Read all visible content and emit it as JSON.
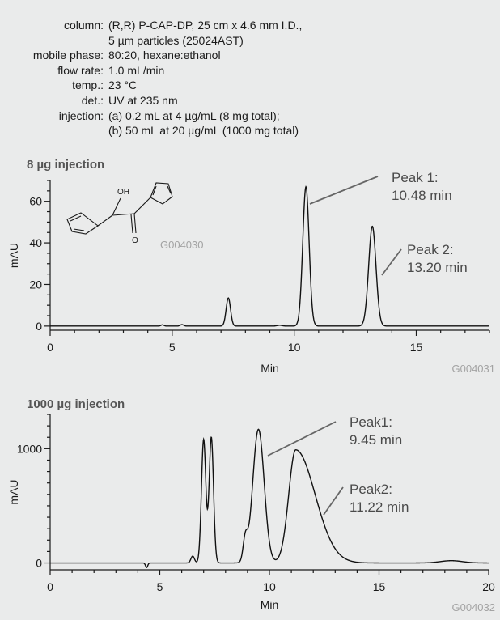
{
  "conditions": [
    {
      "label": "column:",
      "value": "(R,R) P-CAP-DP, 25 cm x 4.6 mm I.D.,"
    },
    {
      "label": "",
      "value": "5 µm particles (25024AST)"
    },
    {
      "label": "mobile phase:",
      "value": "80:20, hexane:ethanol"
    },
    {
      "label": "flow rate:",
      "value": "1.0 mL/min"
    },
    {
      "label": "temp.:",
      "value": "23 °C"
    },
    {
      "label": "det.:",
      "value": "UV at 235 nm"
    },
    {
      "label": "injection:",
      "value": "(a) 0.2 mL at 4 µg/mL (8 mg total);"
    },
    {
      "label": "",
      "value": "(b) 50 mL at 20 µg/mL (1000 mg total)"
    }
  ],
  "structure": {
    "code": "G004030",
    "oh_label": "OH",
    "o_label": "O"
  },
  "chart_data": [
    {
      "type": "line",
      "title": "8 µg injection",
      "xlabel": "Min",
      "ylabel": "mAU",
      "xlim": [
        0,
        18
      ],
      "ylim": [
        -2,
        70
      ],
      "xticks": [
        0,
        5,
        10,
        15
      ],
      "yticks": [
        0,
        20,
        40,
        60
      ],
      "figure_code": "G004031",
      "baseline": 0,
      "peaks": [
        {
          "t": 4.6,
          "h": 0.6,
          "w": 0.06
        },
        {
          "t": 5.4,
          "h": 0.7,
          "w": 0.07
        },
        {
          "t": 7.3,
          "h": 13.5,
          "w": 0.09
        },
        {
          "t": 9.4,
          "h": 0.4,
          "w": 0.1
        },
        {
          "t": 10.48,
          "h": 67,
          "w": 0.13
        },
        {
          "t": 13.2,
          "h": 48,
          "w": 0.15
        }
      ],
      "annotations": [
        {
          "lines": [
            "Peak 1:",
            "10.48 min"
          ]
        },
        {
          "lines": [
            "Peak 2:",
            "13.20 min"
          ]
        }
      ]
    },
    {
      "type": "line",
      "title": "1000 µg injection",
      "xlabel": "Min",
      "ylabel": "mAU",
      "xlim": [
        0,
        20
      ],
      "ylim": [
        -60,
        1300
      ],
      "xticks": [
        0,
        5,
        10,
        15,
        20
      ],
      "yticks": [
        0,
        1000
      ],
      "figure_code": "G004032",
      "baseline": 0,
      "peaks": [
        {
          "t": 4.4,
          "h": -40,
          "w": 0.05
        },
        {
          "t": 6.5,
          "h": 60,
          "w": 0.08
        },
        {
          "t": 7.0,
          "h": 1080,
          "w": 0.1
        },
        {
          "t": 7.35,
          "h": 1100,
          "w": 0.1
        },
        {
          "t": 8.9,
          "h": 190,
          "w": 0.1
        },
        {
          "t": 9.5,
          "h": 1170,
          "w": 0.26
        },
        {
          "t": 11.2,
          "h": 990,
          "w": 0.32,
          "tail": 1.1
        },
        {
          "t": 18.3,
          "h": 20,
          "w": 0.5
        }
      ],
      "annotations": [
        {
          "lines": [
            "Peak1:",
            "9.45 min"
          ]
        },
        {
          "lines": [
            "Peak2:",
            "11.22 min"
          ]
        }
      ]
    }
  ]
}
